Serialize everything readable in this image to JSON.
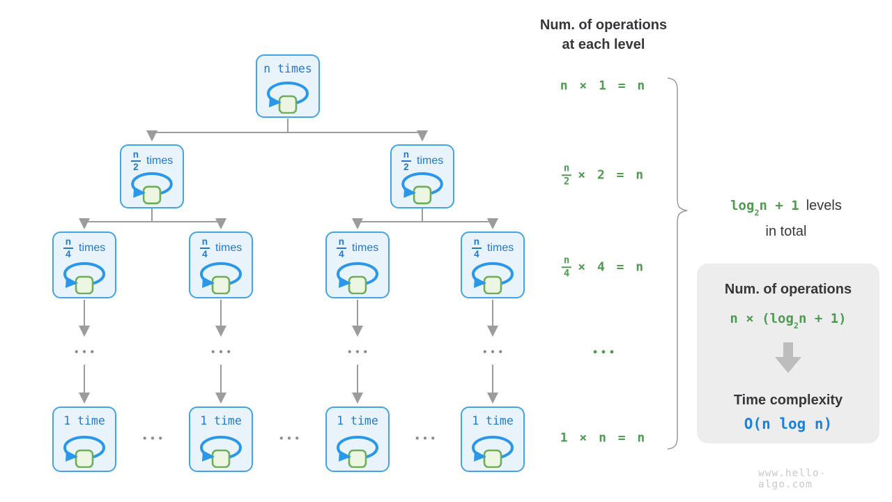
{
  "colors": {
    "green": "#4e9b51",
    "dark": "#35373a",
    "nodeBorder": "#41a3e8",
    "nodeFill": "#e9f3fc",
    "nodeText": "#2377cc",
    "loopBlue": "#2b97e8",
    "squareBorder": "#6fae58",
    "squareFill": "#ecf6e2",
    "lineGray": "#9c9c9c",
    "dotGray": "#8b8b8b",
    "boxBg": "#ededed",
    "boxArrow": "#bdbdbd",
    "complexityBlue": "#1a82dd",
    "watermarkGray": "#c9cacb"
  },
  "tree": {
    "levels": [
      {
        "label": "n times"
      },
      {
        "frac": {
          "num": "n",
          "den": "2"
        },
        "suffix": "times"
      },
      {
        "frac": {
          "num": "n",
          "den": "4"
        },
        "suffix": "times"
      },
      {
        "label": "1 time"
      }
    ],
    "ellipsis": "•••"
  },
  "level_ops": {
    "title_line1": "Num. of operations",
    "title_line2": "at each level",
    "rows": [
      {
        "text": "n × 1 = n"
      },
      {
        "frac": {
          "num": "n",
          "den": "2"
        },
        "rest": "× 2 = n"
      },
      {
        "frac": {
          "num": "n",
          "den": "4"
        },
        "rest": "× 4 = n"
      },
      {
        "text": "•••"
      },
      {
        "text": "1 × n = n"
      }
    ]
  },
  "brace_label": {
    "formula_pre": "log",
    "formula_sub": "2",
    "formula_post": "n + 1",
    "line1_rest": "levels",
    "line2": "in total"
  },
  "summary": {
    "heading_ops": "Num. of operations",
    "formula_pre": "n × (log",
    "formula_sub": "2",
    "formula_post": "n + 1)",
    "heading_time": "Time complexity",
    "complexity": "O(n log n)"
  },
  "watermark": "www.hello-algo.com"
}
